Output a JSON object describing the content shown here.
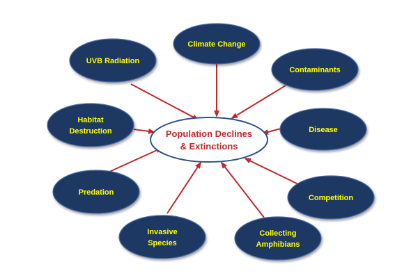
{
  "diagram": {
    "center": {
      "line1": "Population Declines",
      "line2": "& Extinctions"
    },
    "causes": [
      {
        "id": "uvb",
        "lines": [
          "UVB Radiation"
        ]
      },
      {
        "id": "climate",
        "lines": [
          "Climate Change"
        ]
      },
      {
        "id": "contaminants",
        "lines": [
          "Contaminants"
        ]
      },
      {
        "id": "habitat",
        "lines": [
          "Habitat",
          "Destruction"
        ]
      },
      {
        "id": "disease",
        "lines": [
          "Disease"
        ]
      },
      {
        "id": "predation",
        "lines": [
          "Predation"
        ]
      },
      {
        "id": "competition",
        "lines": [
          "Competition"
        ]
      },
      {
        "id": "invasive",
        "lines": [
          "Invasive",
          "Species"
        ]
      },
      {
        "id": "collecting",
        "lines": [
          "Collecting",
          "Amphibians"
        ]
      }
    ],
    "colors": {
      "node_fill": "#1f3864",
      "node_label": "#ffff00",
      "center_border": "#2e4f8c",
      "center_text": "#c0282d",
      "arrow": "#c0282d"
    }
  }
}
